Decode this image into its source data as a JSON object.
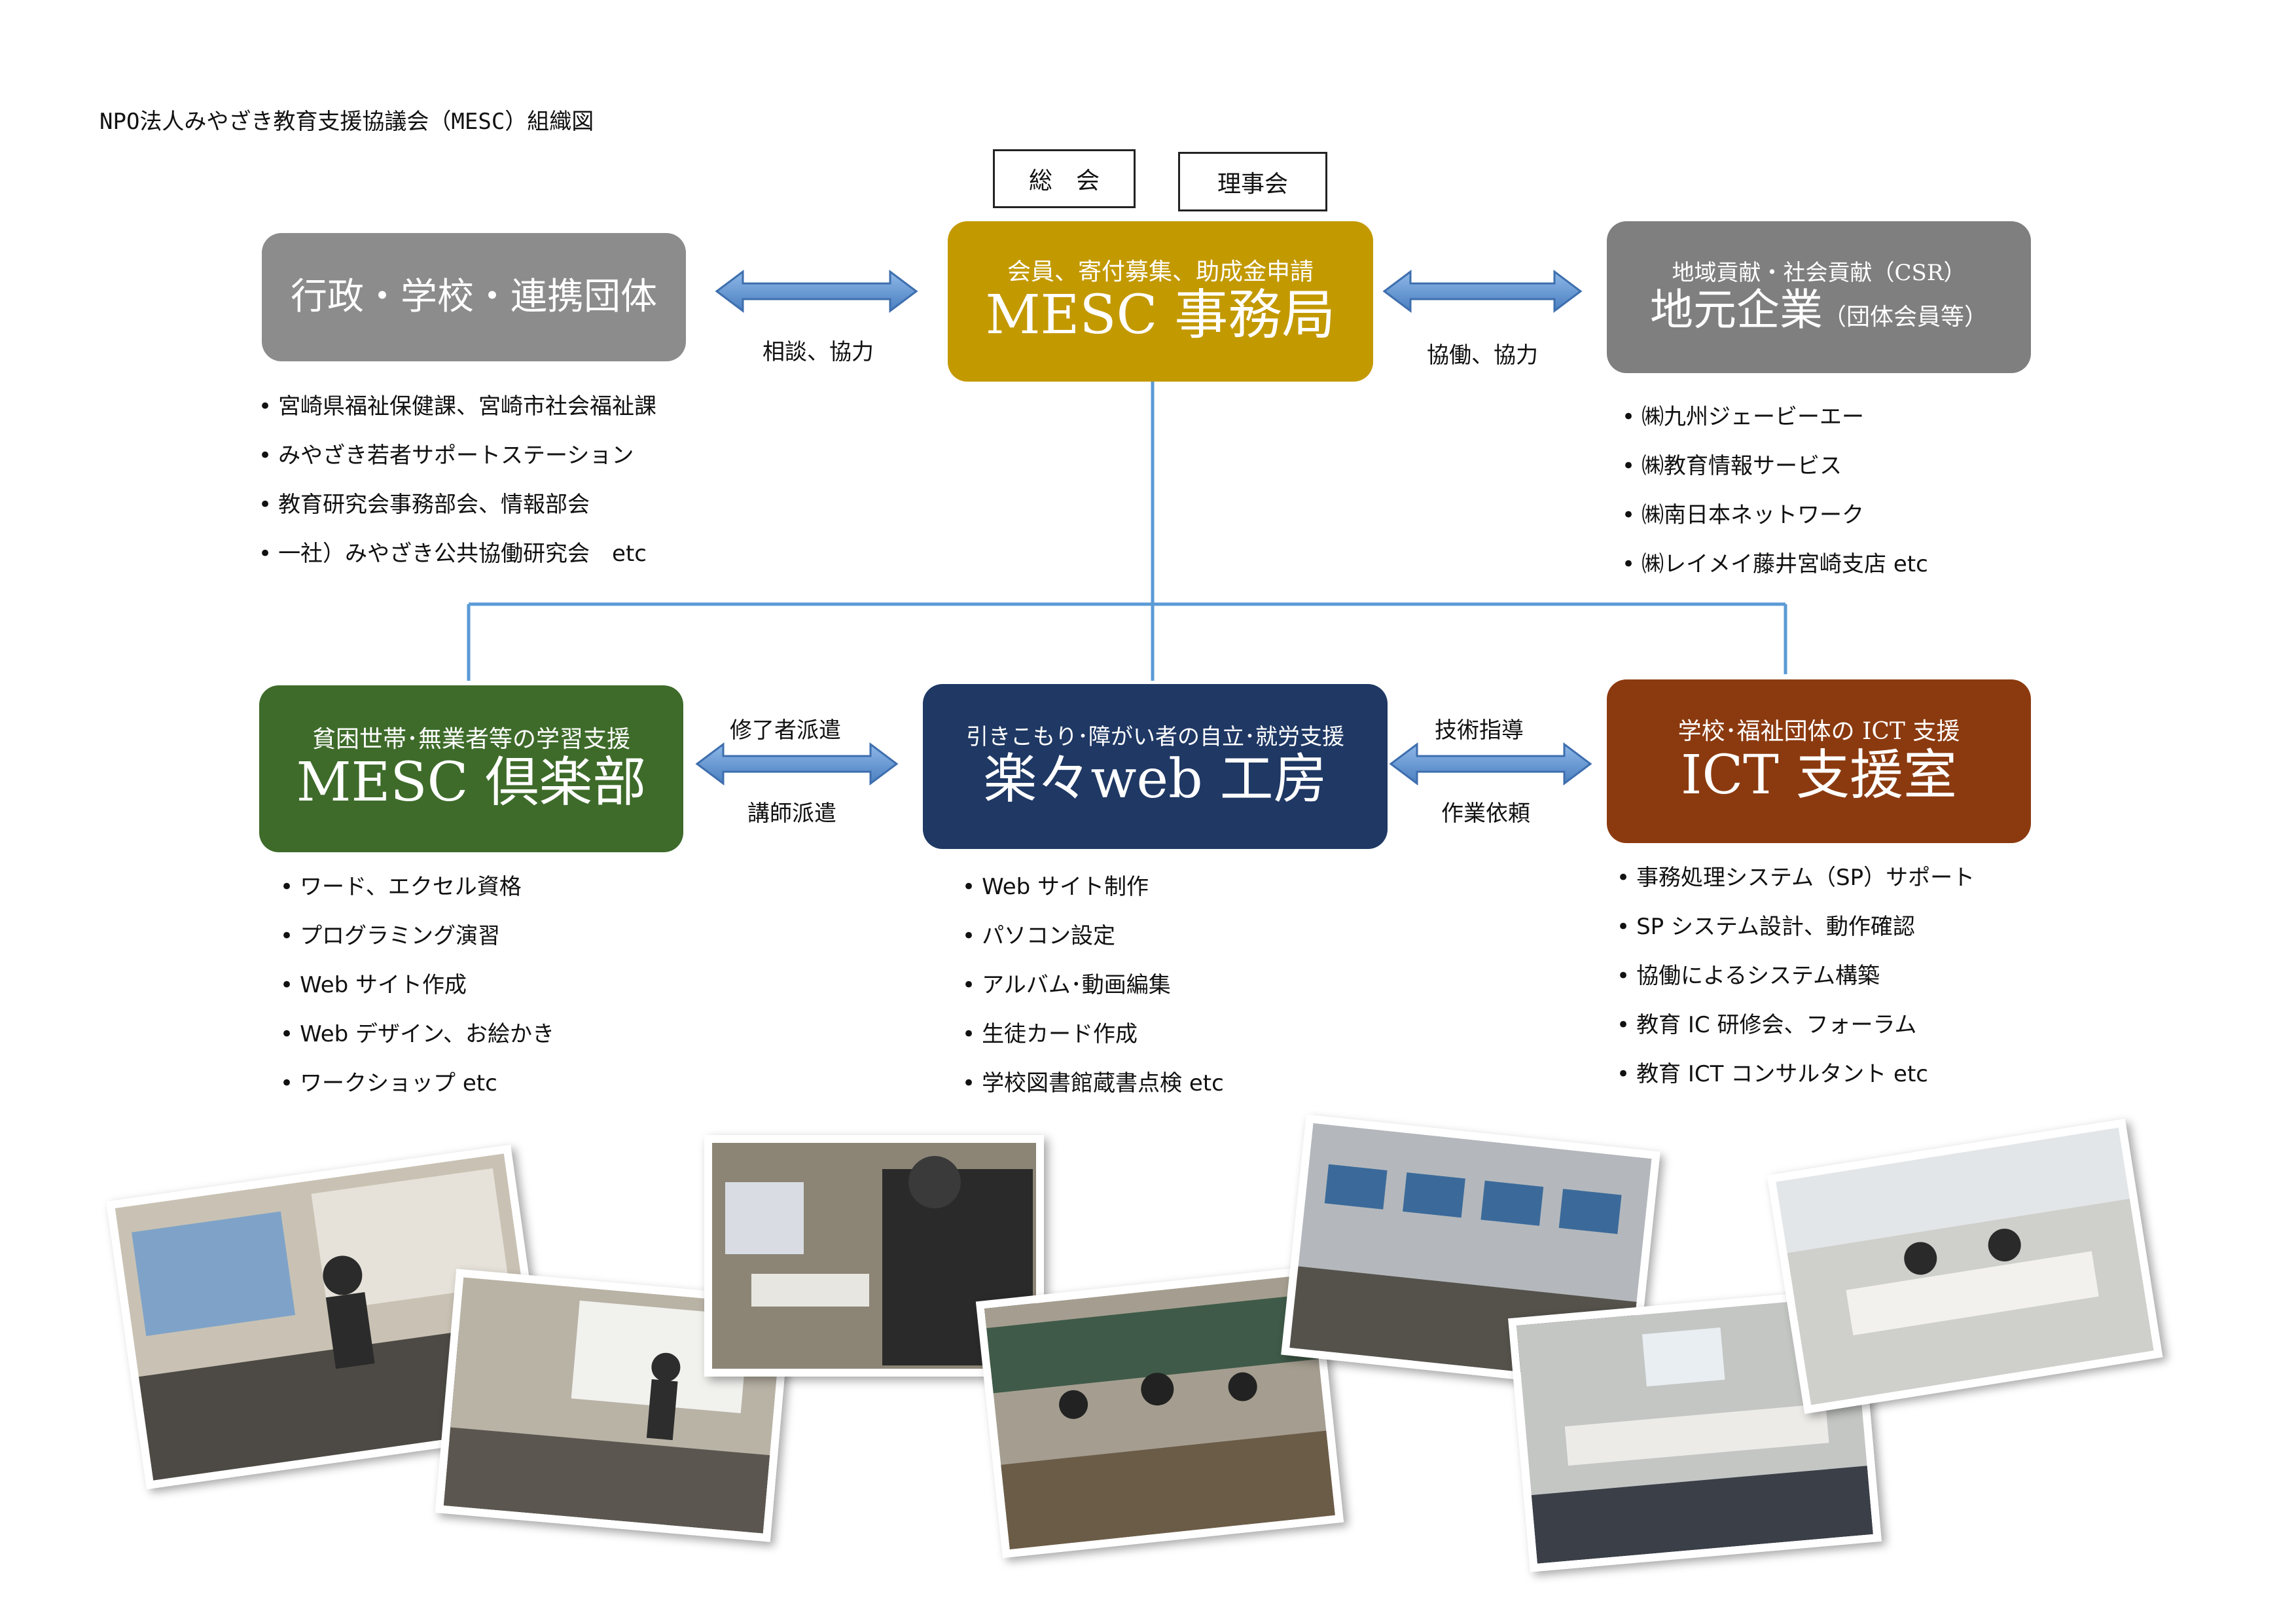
{
  "title": "NPO法人みやざき教育支援協議会（MESC）組織図",
  "tags": {
    "general": "総　会",
    "board": "理事会"
  },
  "colors": {
    "office": "#c39900",
    "gov": "#8c8c8c",
    "corp": "#7f7f7f",
    "club": "#3e6b2a",
    "web": "#1f3864",
    "ict": "#8b3a0f",
    "line": "#5b9bd5"
  },
  "office": {
    "sub": "会員、寄付募集、助成金申請",
    "main": "MESC 事務局"
  },
  "gov": {
    "main": "行政・学校・連携団体"
  },
  "corp": {
    "sub": "地域貢献・社会貢献（CSR）",
    "main": "地元企業",
    "main_small": "（団体会員等）"
  },
  "club": {
    "sub": "貧困世帯･無業者等の学習支援",
    "main": "MESC 倶楽部"
  },
  "web": {
    "sub": "引きこもり･障がい者の自立･就労支援",
    "main": "楽々web 工房"
  },
  "ict": {
    "sub": "学校･福祉団体の ICT 支援",
    "main": "ICT 支援室"
  },
  "arrows": {
    "left_top": "相談、協力",
    "right_top": "協働、協力",
    "left_bottom_above": "修了者派遣",
    "left_bottom_below": "講師派遣",
    "right_bottom_above": "技術指導",
    "right_bottom_below": "作業依頼"
  },
  "gov_items": [
    "宮崎県福祉保健課、宮崎市社会福祉課",
    "みやざき若者サポートステーション",
    "教育研究会事務部会、情報部会",
    "一社）みやざき公共協働研究会　etc"
  ],
  "corp_items": [
    "㈱九州ジェービーエー",
    "㈱教育情報サービス",
    "㈱南日本ネットワーク",
    "㈱レイメイ藤井宮崎支店 etc"
  ],
  "club_items": [
    "ワード、エクセル資格",
    "プログラミング演習",
    "Web サイト作成",
    "Web デザイン、お絵かき",
    "ワークショップ etc"
  ],
  "web_items": [
    "Web サイト制作",
    "パソコン設定",
    "アルバム･動画編集",
    "生徒カード作成",
    "学校図書館蔵書点検 etc"
  ],
  "ict_items": [
    "事務処理システム（SP）サポート",
    "SP システム設計、動作確認",
    "協働によるシステム構築",
    "教育 IC 研修会、フォーラム",
    "教育 ICT コンサルタント etc"
  ]
}
